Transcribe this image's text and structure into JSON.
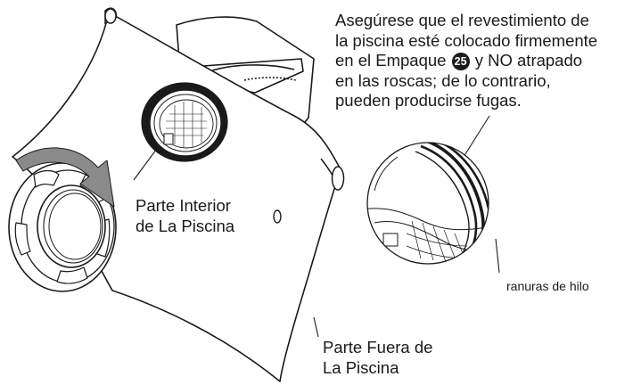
{
  "warning_note": {
    "line_1": "Asegúrese que el revestimiento de",
    "line_2": "la piscina esté colocado firmemente",
    "line_3_before": "en el Empaque",
    "gasket_number": "25",
    "line_3_after": "y NO atrapado",
    "line_4": "en las roscas; de lo contrario,",
    "line_5": "pueden producirse fugas."
  },
  "labels": {
    "inside_line_1": "Parte Interior",
    "inside_line_2": "de La Piscina",
    "outside_line_1": "Parte Fuera de",
    "outside_line_2": "La Piscina",
    "threads": "ranuras de hilo"
  },
  "colors": {
    "ink": "#1a1a1a",
    "arrow_fill": "#8a8a8a",
    "paper": "#ffffff"
  }
}
